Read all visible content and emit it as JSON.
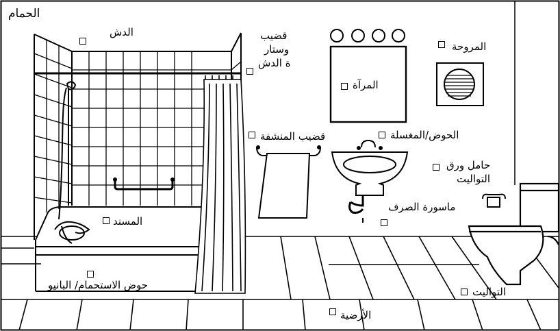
{
  "title": "الحمام",
  "labels": {
    "shower": "الدش",
    "rod_line1": "قضيب",
    "rod_line2": "وستار",
    "rod_line3": "ة الدش",
    "mirror": "المرآة",
    "fan": "المروحة",
    "towel_bar": "قضيب المنشفة",
    "sink": "الحوض/المغسلة",
    "paper_line1": "حامل ورق",
    "paper_line2": "التواليت",
    "drain": "ماسورة الصرف",
    "grab_bar": "المسند",
    "bathtub": "حوض الاستحمام/ البانيو",
    "toilet": "التواليت",
    "floor": "الأرضية"
  }
}
